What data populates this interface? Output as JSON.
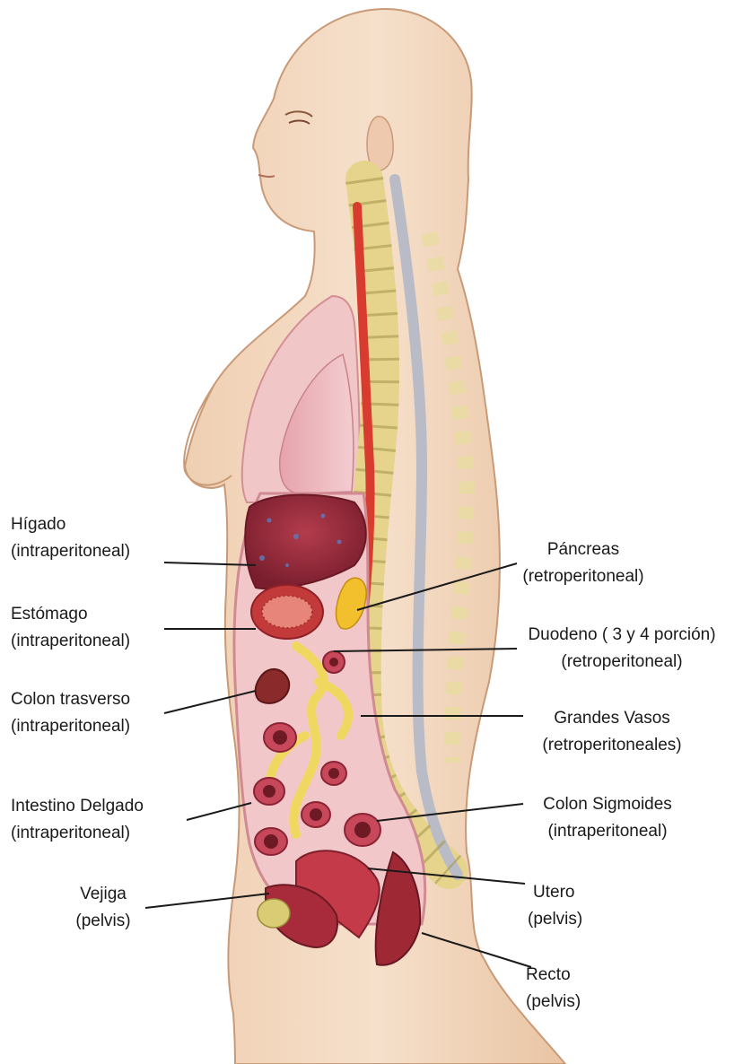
{
  "labels": {
    "higado": {
      "name": "Hígado",
      "type": "(intraperitoneal)"
    },
    "estomago": {
      "name": "Estómago",
      "type": "(intraperitoneal)"
    },
    "colon_trasverso": {
      "name": "Colon trasverso",
      "type": "(intraperitoneal)"
    },
    "intestino_delgado": {
      "name": "Intestino Delgado",
      "type": "(intraperitoneal)"
    },
    "vejiga": {
      "name": "Vejiga",
      "type": "(pelvis)"
    },
    "pancreas": {
      "name": "Páncreas",
      "type": "(retroperitoneal)"
    },
    "duodeno": {
      "name": "Duodeno ( 3 y 4 porción)",
      "type": "(retroperitoneal)"
    },
    "grandes_vasos": {
      "name": "Grandes Vasos",
      "type": "(retroperitoneales)"
    },
    "colon_sigmoides": {
      "name": "Colon Sigmoides",
      "type": "(intraperitoneal)"
    },
    "utero": {
      "name": "Utero",
      "type": "(pelvis)"
    },
    "recto": {
      "name": "Recto",
      "type": "(pelvis)"
    }
  },
  "colors": {
    "skin": "#f3d9c0",
    "skin_shadow": "#e2b894",
    "lung": "#eeb8be",
    "liver": "#9c2d3c",
    "stomach": "#c23a3a",
    "intestine": "#c7485a",
    "mesentery": "#f0d860",
    "spine": "#e9dc98",
    "spinal_cord": "#b9bcc6",
    "aorta": "#d83c2e",
    "pancreas": "#f2c02c",
    "pelvic_organs": "#a72b3a"
  }
}
